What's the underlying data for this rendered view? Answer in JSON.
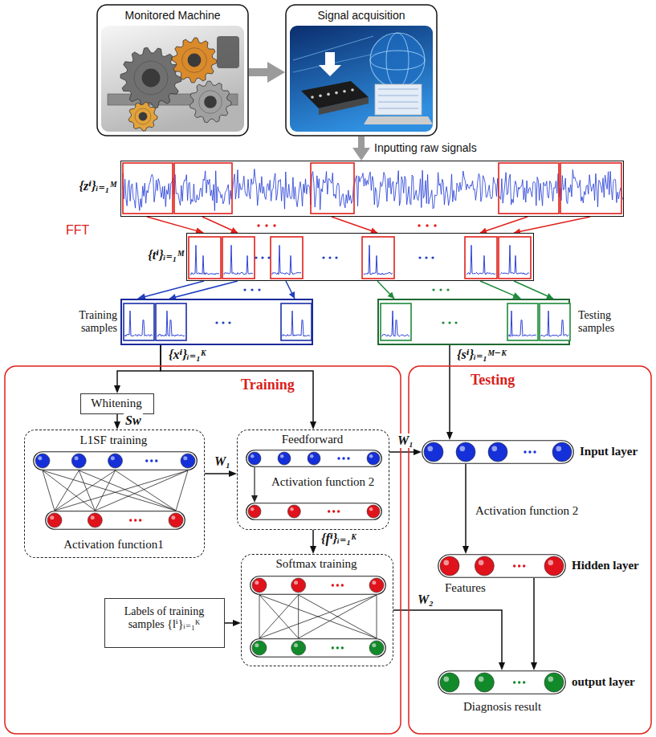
{
  "diagram": {
    "nodes": [
      {
        "text": [
          "Monitored Machine"
        ]
      },
      {
        "text": [
          "Signal acquisition"
        ]
      },
      {
        "text": [
          "{zⁱ}ᵢ₌₁ᴹ"
        ]
      },
      {
        "text": [
          "{tⁱ}ᵢ₌₁ᴹ"
        ]
      },
      {
        "text": [
          "Training samples"
        ]
      },
      {
        "text": [
          "Testing samples"
        ]
      },
      {
        "text": [
          "Training"
        ]
      },
      {
        "text": [
          "Testing"
        ]
      },
      {
        "text": [
          "Whitening"
        ],
        "in": 6
      },
      {
        "text": [
          "L1SF training",
          "Activation function1"
        ],
        "in": 6
      },
      {
        "text": [
          "Feedforward",
          "Activation function 2"
        ],
        "in": 6
      },
      {
        "text": [
          "Softmax training"
        ],
        "in": 6
      },
      {
        "text": [
          "Labels of training samples {lⁱ}ᵢ₌₁ᴷ"
        ],
        "in": 6
      },
      {
        "text": [
          "Input layer"
        ],
        "in": 7
      },
      {
        "text": [
          "Hidden layer"
        ],
        "in": 7
      },
      {
        "text": [
          "output layer"
        ],
        "in": 7
      }
    ],
    "edges": [
      {
        "from": 0,
        "to": 1,
        "arrow": "to"
      },
      {
        "from": 1,
        "to": 2,
        "arrow": "to",
        "label": "Inputting raw signals"
      },
      {
        "from": 2,
        "to": 3,
        "arrow": "to",
        "label": "FFT"
      },
      {
        "from": 3,
        "to": 4,
        "arrow": "to"
      },
      {
        "from": 3,
        "to": 5,
        "arrow": "to"
      },
      {
        "from": 4,
        "to": 8,
        "arrow": "to"
      },
      {
        "from": 4,
        "to": 10,
        "arrow": "to"
      },
      {
        "from": 5,
        "to": 13,
        "arrow": "to"
      },
      {
        "from": 8,
        "to": 9,
        "arrow": "to"
      },
      {
        "from": 9,
        "to": 10,
        "arrow": "to",
        "label": "W₁"
      },
      {
        "from": 10,
        "to": 13,
        "arrow": "to",
        "label": "W₁"
      },
      {
        "from": 10,
        "to": 11,
        "arrow": "to"
      },
      {
        "from": 12,
        "to": 11,
        "arrow": "to"
      },
      {
        "from": 11,
        "to": 15,
        "arrow": "to",
        "label": "W₂"
      },
      {
        "from": 13,
        "to": 14,
        "arrow": "to"
      },
      {
        "from": 14,
        "to": 15,
        "arrow": "to"
      }
    ],
    "labels": [
      "{xⁱ}ᵢ₌₁ᴷ",
      "{sⁱ}ᵢ₌₁ᴹ⁻ᴷ",
      "Sw",
      "{fⁱ}ᵢ₌₁ᴷ",
      "Activation function 2",
      "Features",
      "Diagnosis result"
    ]
  }
}
